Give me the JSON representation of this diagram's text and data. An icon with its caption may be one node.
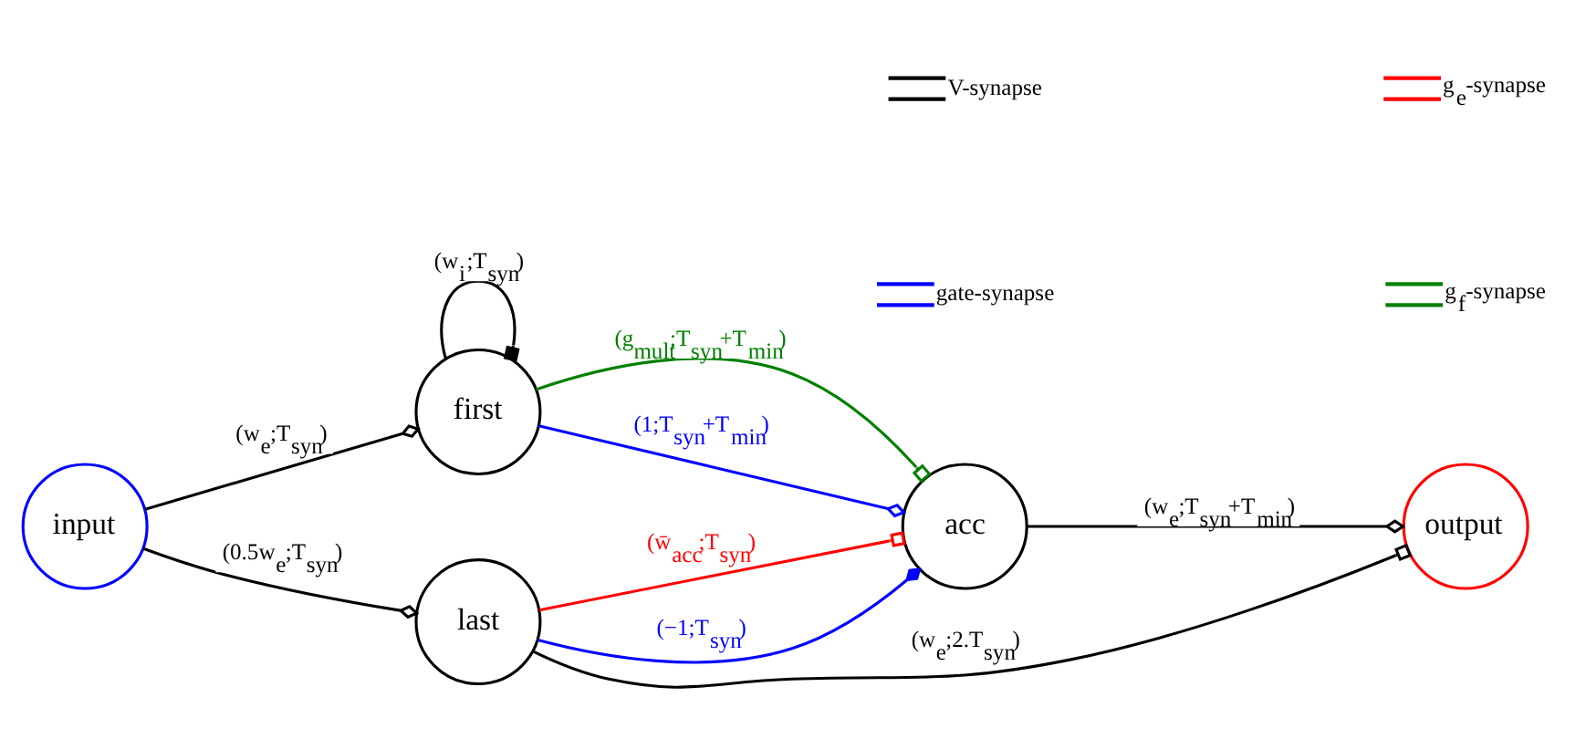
{
  "diagram": {
    "nodes": [
      {
        "text": [
          "input"
        ]
      },
      {
        "text": [
          "first"
        ]
      },
      {
        "text": [
          "last"
        ]
      },
      {
        "text": [
          "acc"
        ]
      },
      {
        "text": [
          "output"
        ]
      }
    ],
    "edges": [
      {
        "from": 1,
        "to": 1,
        "arrow": "other",
        "label": "(w$_{i}$;T$_{syn}$)"
      },
      {
        "from": 0,
        "to": 1,
        "arrow": "other",
        "label": "(w$_{e}$;T$_{syn}$)"
      },
      {
        "from": 1,
        "to": 3,
        "arrow": "other",
        "label": "(g$_{mult}$;T$_{syn}$+T$_{min}$)",
        "color": "#008000"
      },
      {
        "from": 1,
        "to": 3,
        "arrow": "other",
        "label": "(1;T$_{syn}$+T$_{min}$)",
        "color": "#0000ff"
      },
      {
        "from": 2,
        "to": 3,
        "arrow": "other",
        "label": "(−1;T$_{syn}$)",
        "color": "#0000ff"
      },
      {
        "from": 0,
        "to": 2,
        "arrow": "other",
        "label": "(0.5w$_{e}$;T$_{syn}$)"
      },
      {
        "from": 2,
        "to": 3,
        "arrow": "other",
        "label": "(w̄$_{acc}$;T$_{syn}$)",
        "color": "#ff0000"
      },
      {
        "from": 3,
        "to": 4,
        "arrow": "other",
        "label": "(w$_{e}$;T$_{syn}$+T$_{min}$)"
      },
      {
        "from": 2,
        "to": 4,
        "arrow": "other",
        "label": "(w$_{e}$;2.T$_{syn}$)"
      }
    ],
    "legend": [
      {
        "text": "V-synapse"
      },
      {
        "text": "g$_{e}$-synapse"
      },
      {
        "text": "gate-synapse"
      },
      {
        "text": "g$_{f}$-synapse"
      }
    ]
  }
}
